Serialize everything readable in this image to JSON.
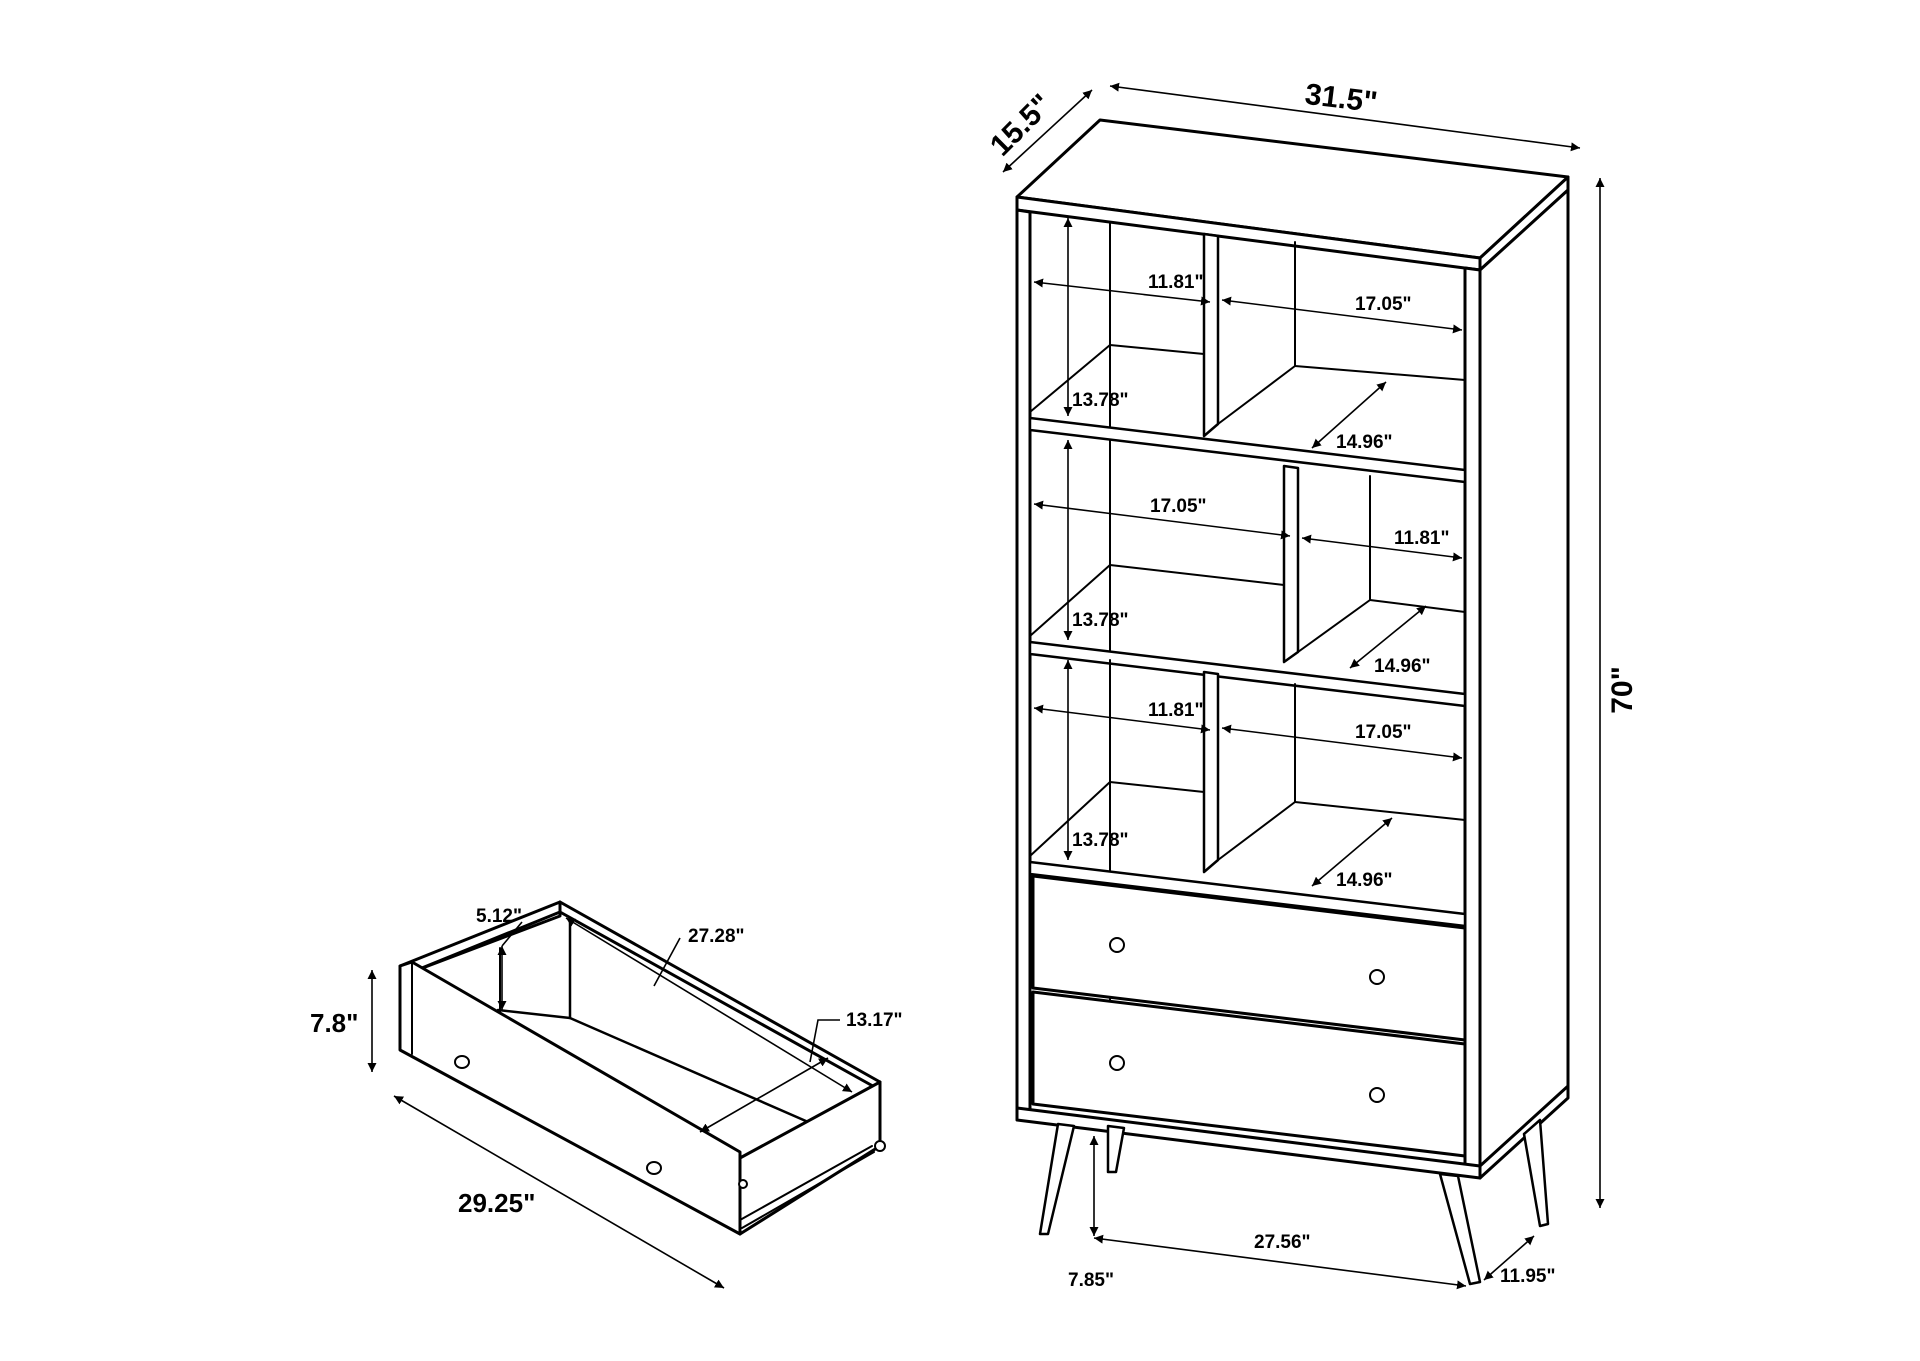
{
  "bookcase": {
    "depth": "15.5\"",
    "width": "31.5\"",
    "height": "70\"",
    "top_row": {
      "left_width": "11.81\"",
      "right_width": "17.05\"",
      "height": "13.78\"",
      "depth": "14.96\""
    },
    "middle_row": {
      "left_width": "17.05\"",
      "right_width": "11.81\"",
      "height": "13.78\"",
      "depth": "14.96\""
    },
    "bottom_row": {
      "left_width": "11.81\"",
      "right_width": "17.05\"",
      "height": "13.78\"",
      "depth": "14.96\""
    },
    "leg_height": "7.85\"",
    "leg_span": "27.56\"",
    "leg_depth": "11.95\""
  },
  "drawer": {
    "inner_height": "5.12\"",
    "inner_length": "27.28\"",
    "inner_depth": "13.17\"",
    "front_height": "7.8\"",
    "front_width": "29.25\""
  }
}
